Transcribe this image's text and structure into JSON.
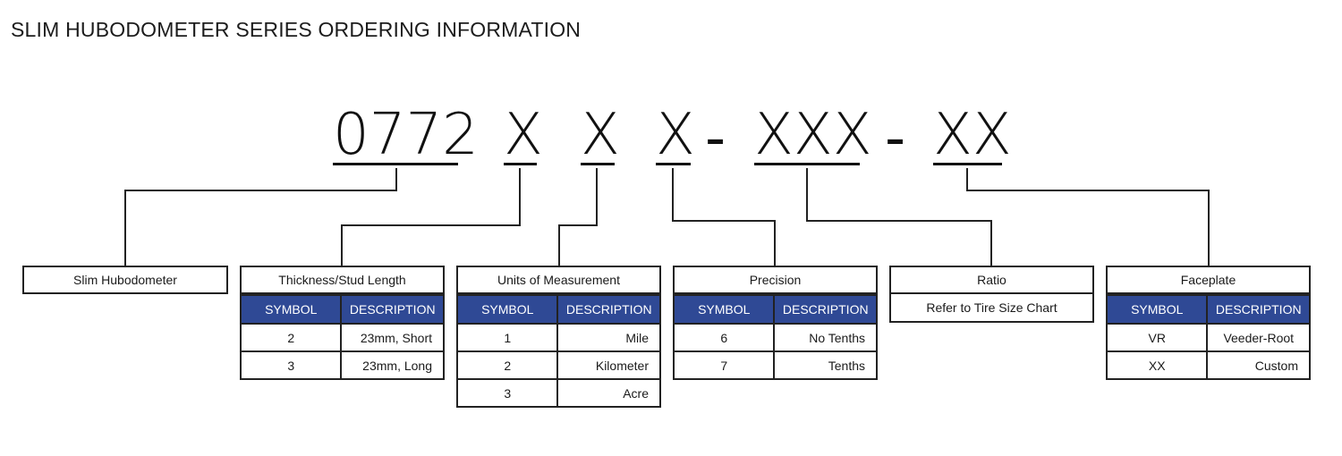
{
  "title": "SLIM HUBODOMETER SERIES ORDERING INFORMATION",
  "code": {
    "base": "0772",
    "thickness": "X",
    "units": "X",
    "precision": "X",
    "dash1": "-",
    "ratio": "XXX",
    "dash2": "-",
    "faceplate": "XX"
  },
  "headers": {
    "symbol": "SYMBOL",
    "description": "DESCRIPTION"
  },
  "groups": {
    "slim": {
      "title": "Slim Hubodometer"
    },
    "thickness": {
      "title": "Thickness/Stud Length",
      "rows": [
        {
          "symbol": "2",
          "description": "23mm, Short"
        },
        {
          "symbol": "3",
          "description": "23mm, Long"
        }
      ]
    },
    "units": {
      "title": "Units of Measurement",
      "rows": [
        {
          "symbol": "1",
          "description": "Mile"
        },
        {
          "symbol": "2",
          "description": "Kilometer"
        },
        {
          "symbol": "3",
          "description": "Acre"
        }
      ]
    },
    "precision": {
      "title": "Precision",
      "rows": [
        {
          "symbol": "6",
          "description": "No Tenths"
        },
        {
          "symbol": "7",
          "description": "Tenths"
        }
      ]
    },
    "ratio": {
      "title": "Ratio",
      "note": "Refer to Tire Size Chart"
    },
    "faceplate": {
      "title": "Faceplate",
      "rows": [
        {
          "symbol": "VR",
          "description": "Veeder-Root"
        },
        {
          "symbol": "XX",
          "description": "Custom"
        }
      ]
    }
  },
  "colors": {
    "header_bg": "#2f4995",
    "line": "#222222"
  }
}
